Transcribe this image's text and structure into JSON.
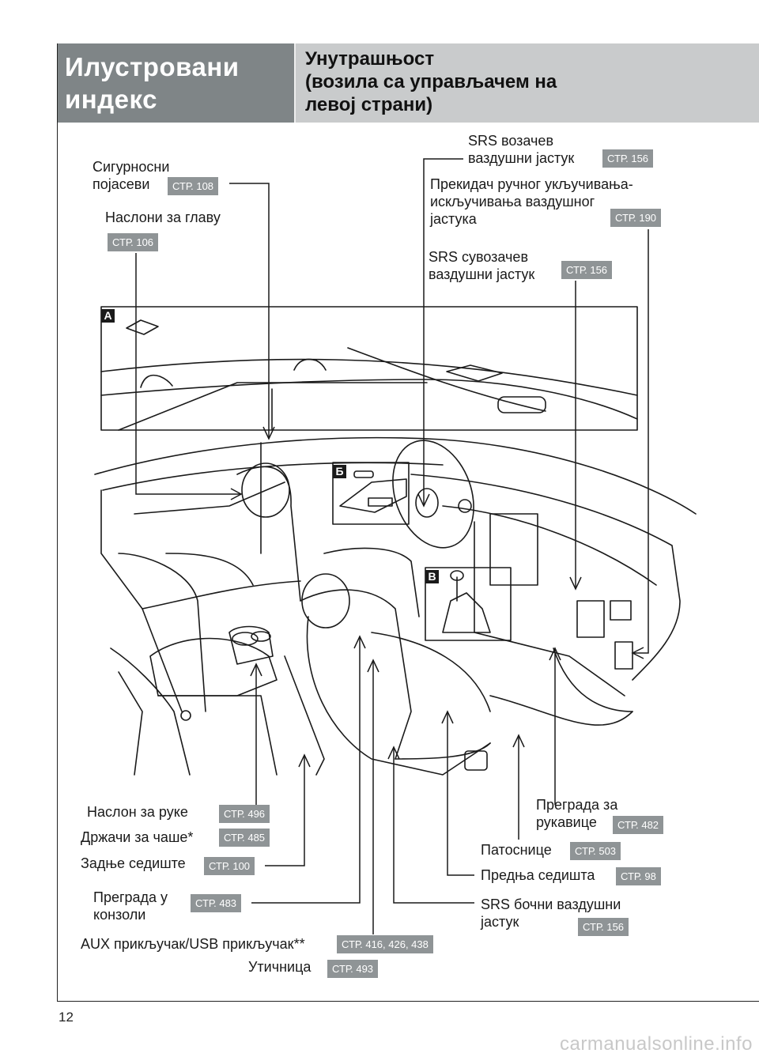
{
  "header": {
    "title_line1": "Илустровани",
    "title_line2": "индекс",
    "subtitle_line1": "Унутрашњост",
    "subtitle_line2": "(возила са управљачем на",
    "subtitle_line3": "левој страни)"
  },
  "callouts": {
    "a": "A",
    "b": "Б",
    "c": "В"
  },
  "labels": {
    "seatbelts": {
      "line1": "Сигурносни",
      "line2": "појасеви",
      "page": "СТР. 108"
    },
    "headrests": {
      "line1": "Наслони за главу",
      "page": "СТР. 106"
    },
    "driver_airbag": {
      "line1": "SRS возачев",
      "line2": "ваздушни јастук",
      "page": "СТР. 156"
    },
    "airbag_switch": {
      "line1": "Прекидач ручног укључивања-",
      "line2": "искључивања ваздушног",
      "line3": "јастука",
      "page": "СТР. 190"
    },
    "passenger_airbag": {
      "line1": "SRS сувозачев",
      "line2": "ваздушни јастук",
      "page": "СТР. 156"
    },
    "armrest": {
      "line1": "Наслон за руке",
      "page": "СТР. 496"
    },
    "cup_holders": {
      "line1": "Држачи за чаше",
      "mark": "*",
      "page": "СТР. 485"
    },
    "rear_seat": {
      "line1": "Задње седиште",
      "page": "СТР. 100"
    },
    "console_box": {
      "line1": "Преграда у",
      "line2": "конзоли",
      "page": "СТР. 483"
    },
    "aux_usb": {
      "line1": "AUX прикључак/USB прикључак",
      "mark": "**",
      "page": "СТР. 416, 426, 438"
    },
    "power_outlet": {
      "line1": "Утичница",
      "page": "СТР. 493"
    },
    "glove_box": {
      "line1": "Преграда за",
      "line2": "рукавице",
      "page": "СТР. 482"
    },
    "floor_mats": {
      "line1": "Патоснице",
      "page": "СТР. 503"
    },
    "front_seats": {
      "line1": "Предња седишта",
      "page": "СТР. 98"
    },
    "side_airbags": {
      "line1": "SRS бочни ваздушни",
      "line2": "јастук",
      "page": "СТР. 156"
    }
  },
  "page_number": "12",
  "watermark": "carmanualsonline.info"
}
